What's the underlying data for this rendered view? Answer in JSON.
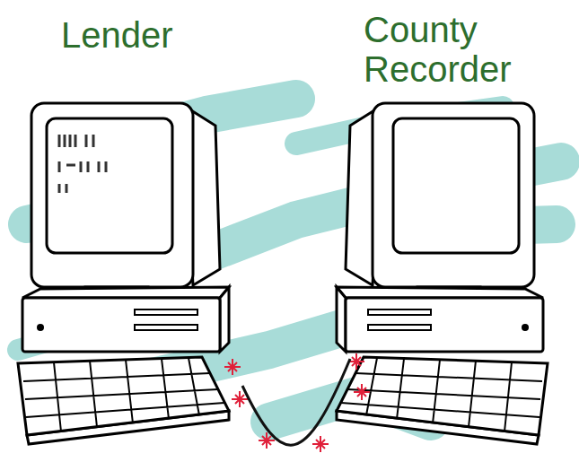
{
  "diagram": {
    "nodes": [
      {
        "text": [
          "Lender"
        ]
      },
      {
        "text": [
          "County Recorder"
        ]
      }
    ],
    "edges": [
      {
        "from": 0,
        "to": 1,
        "arrow": "none"
      }
    ]
  }
}
